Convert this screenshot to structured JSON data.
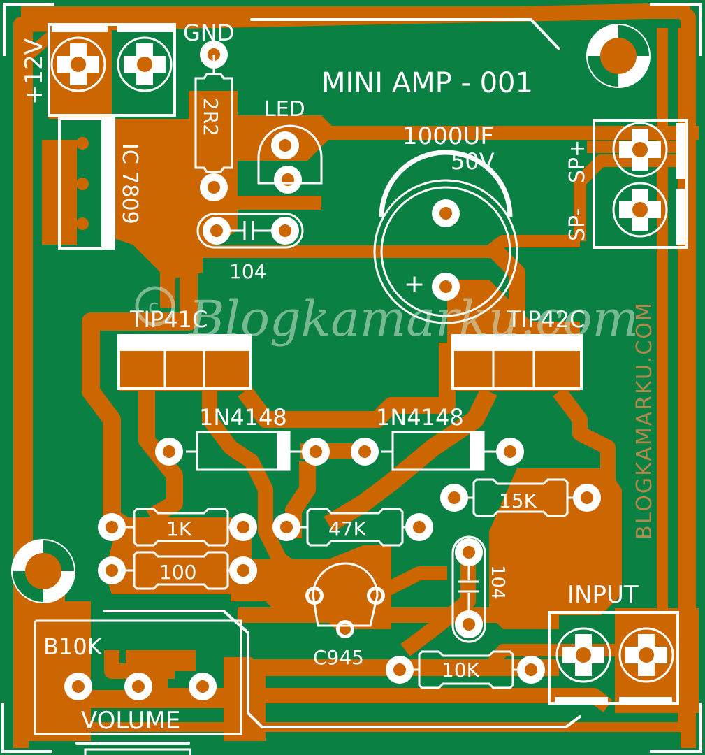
{
  "board": {
    "title": "MINI AMP - 001",
    "colors": {
      "substrate": "#0b8043",
      "copper": "#cc6600",
      "silkscreen": "#ffffff",
      "watermark_vertical": "#b08a4a"
    }
  },
  "labels": {
    "power_in": "+12V",
    "gnd": "GND",
    "regulator": "IC 7809",
    "resistor_r1": "2R2",
    "led": "LED",
    "cap_top": "104",
    "cap_main_value": "1000UF",
    "cap_main_voltage": "50V",
    "cap_main_plus": "+",
    "speaker_plus": "SP+",
    "speaker_minus": "SP-",
    "transistor_q1": "TIP41C",
    "transistor_q2": "TIP42C",
    "diode_d1": "1N4148",
    "diode_d2": "1N4148",
    "resistor_15k": "15K",
    "resistor_1k": "1K",
    "resistor_47k": "47K",
    "resistor_100": "100",
    "cap_bottom": "104",
    "transistor_small": "C945",
    "resistor_10k": "10K",
    "input": "INPUT",
    "pot_value": "B10K",
    "pot_name": "VOLUME"
  },
  "watermarks": {
    "script": "Blogkamarku.com",
    "vertical": "BLOGKAMARKU.COM"
  }
}
